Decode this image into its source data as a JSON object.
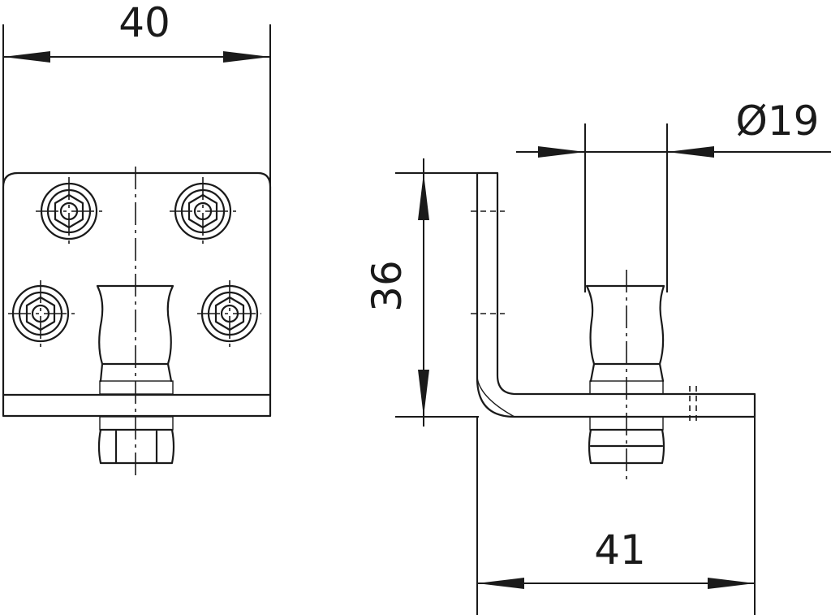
{
  "dimensions": {
    "width_front": "40",
    "diameter_side": "Ø19",
    "height_side": "36",
    "length_base": "41"
  }
}
